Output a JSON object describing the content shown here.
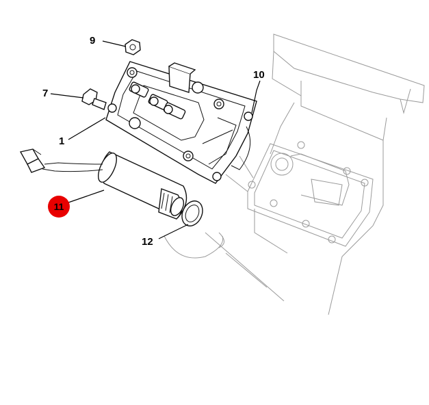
{
  "diagram": {
    "callouts": [
      {
        "id": "9",
        "label": "9"
      },
      {
        "id": "7",
        "label": "7"
      },
      {
        "id": "10",
        "label": "10"
      },
      {
        "id": "1",
        "label": "1"
      },
      {
        "id": "11",
        "label": "11",
        "highlighted": true
      },
      {
        "id": "12",
        "label": "12"
      }
    ],
    "highlight_color": "#e80000"
  }
}
